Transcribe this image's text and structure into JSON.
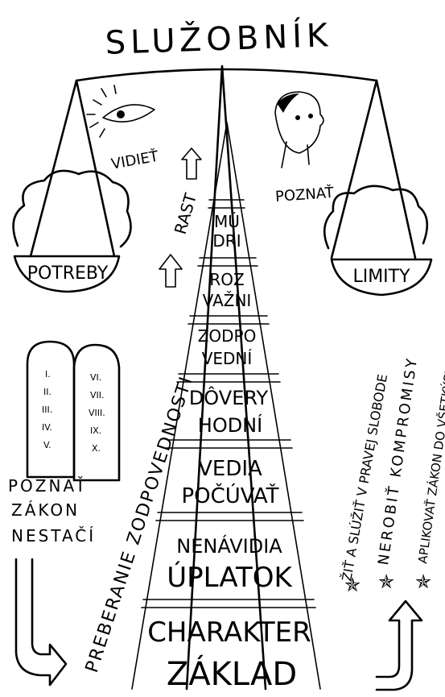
{
  "title": "SLUŽOBNÍK",
  "left_pan": {
    "action": "VIDIEŤ",
    "label": "POTREBY",
    "icon": "eye-icon"
  },
  "right_pan": {
    "action": "POZNAŤ",
    "label": "LIMITY",
    "icon": "head-icon"
  },
  "growth": {
    "label": "RAST"
  },
  "left_side": {
    "vertical_text": "PREBERANIE ZODPOVEDNOSTI",
    "tablets_left": [
      "I.",
      "II.",
      "III.",
      "IV.",
      "V."
    ],
    "tablets_right": [
      "VI.",
      "VII.",
      "VIII.",
      "IX.",
      "X."
    ],
    "note": [
      "POZNAŤ",
      "ZÁKON",
      "NESTAČÍ"
    ]
  },
  "ladder": [
    {
      "line1": "MÚ",
      "line2": "DRI"
    },
    {
      "line1": "ROZ",
      "line2": "VAŽNI"
    },
    {
      "line1": "ZODPO",
      "line2": "VEDNÍ"
    },
    {
      "line1": "DÔVERY",
      "line2": "HODNÍ"
    },
    {
      "line1": "VEDIA",
      "line2": "POČÚVAŤ"
    },
    {
      "line1": "NENÁVIDIA",
      "line2": "ÚPLATOK"
    },
    {
      "line1": "CHARAKTER",
      "line2": "ZÁKLAD"
    }
  ],
  "right_side": {
    "lines": [
      "ŽIŤ A SLÚŽIŤ V PRAVEJ SLOBODE",
      "NEROBIŤ KOMPROMISY",
      "APLIKOVAŤ ZÁKON DO VŠETKÝCH VZŤAHOV"
    ],
    "star": "✯"
  }
}
